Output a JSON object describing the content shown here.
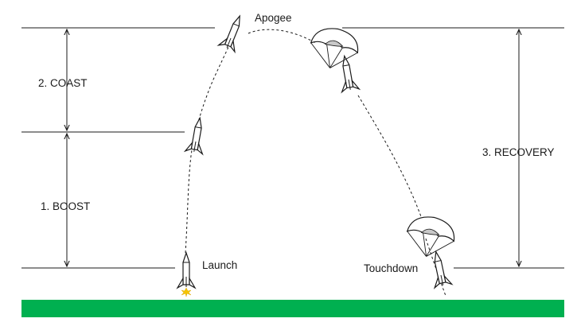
{
  "stages": {
    "boost": "1. BOOST",
    "coast": "2. COAST",
    "recovery": "3. RECOVERY"
  },
  "events": {
    "launch": "Launch",
    "apogee": "Apogee",
    "touchdown": "Touchdown"
  },
  "colors": {
    "ground": "#00b050",
    "line": "#1a1a1a",
    "exhaust": "#f5c400",
    "parachute_shade": "#c8c8c8"
  },
  "icons": {
    "rocket": "rocket-icon",
    "parachute": "parachute-icon",
    "exhaust": "exhaust-flame-icon"
  }
}
